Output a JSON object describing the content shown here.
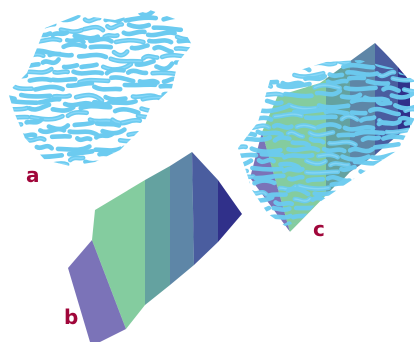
{
  "figure": {
    "background": "#ffffff",
    "label_color": "#a0063a",
    "panels": [
      {
        "id": "a",
        "label": "a"
      },
      {
        "id": "b",
        "label": "b"
      },
      {
        "id": "c",
        "label": "c"
      }
    ]
  },
  "colors": {
    "texture_stroke": "#6ccbf0",
    "texture_highlight": "#9fe2ff",
    "band_purple": "#7b73b8",
    "band_green": "#84cc9f",
    "band_teal": "#64a2a0",
    "band_slate": "#5e86a7",
    "band_blue": "#4a5d9f",
    "band_navy": "#30308a"
  }
}
